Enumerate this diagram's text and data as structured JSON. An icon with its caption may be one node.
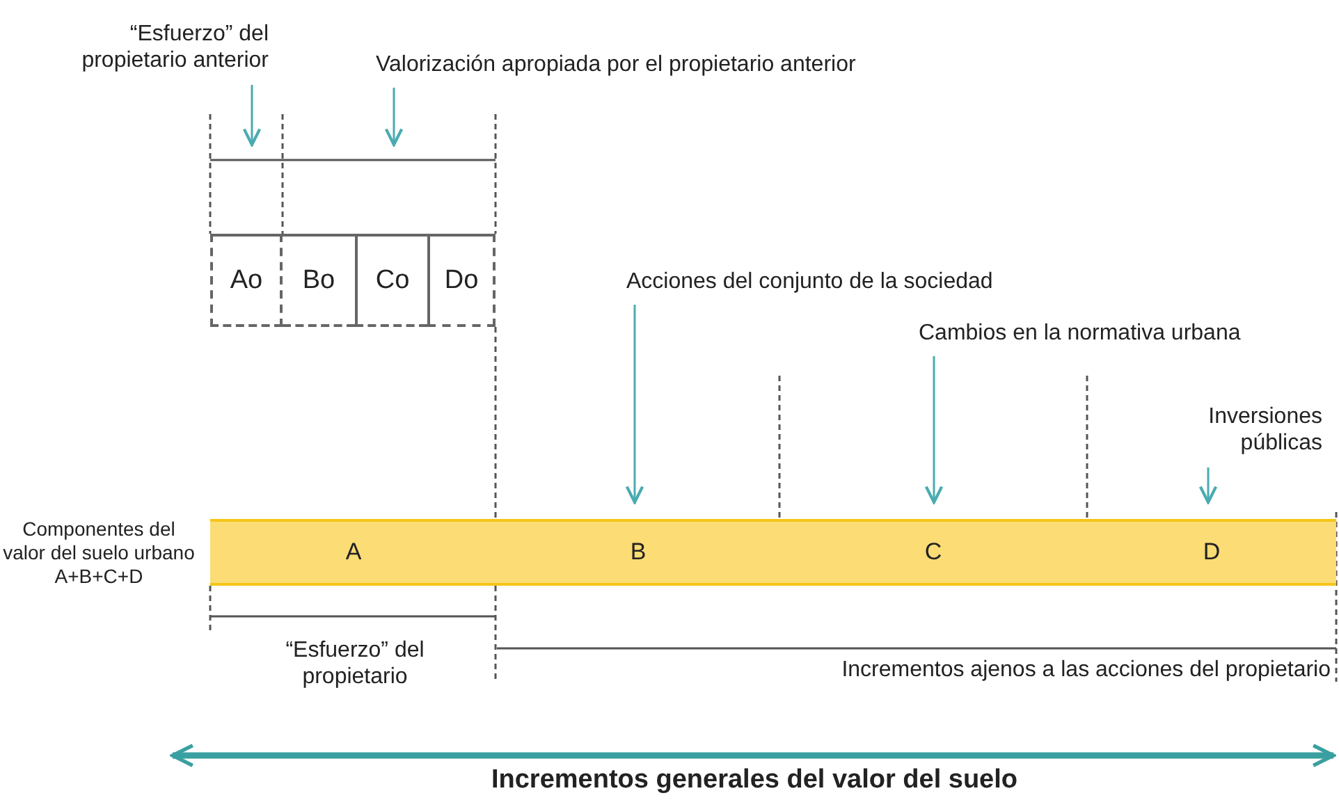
{
  "diagram": {
    "nodes": [
      {
        "text": [
          "“Esfuerzo” del propietario anterior"
        ]
      },
      {
        "text": [
          "Valorización apropiada por el propietario anterior"
        ]
      },
      {
        "text": [
          "Ao"
        ]
      },
      {
        "text": [
          "Bo"
        ]
      },
      {
        "text": [
          "Co"
        ]
      },
      {
        "text": [
          "Do"
        ]
      },
      {
        "text": [
          "Acciones del conjunto de la sociedad"
        ]
      },
      {
        "text": [
          "Cambios en la normativa urbana"
        ]
      },
      {
        "text": [
          "Inversiones públicas"
        ]
      },
      {
        "text": [
          "A"
        ]
      },
      {
        "text": [
          "B"
        ]
      },
      {
        "text": [
          "C"
        ]
      },
      {
        "text": [
          "D"
        ]
      }
    ],
    "edges": [
      {
        "from": 0,
        "to": null,
        "arrow": "to"
      },
      {
        "from": 1,
        "to": null,
        "arrow": "to"
      },
      {
        "from": 6,
        "to": 10,
        "arrow": "to"
      },
      {
        "from": 7,
        "to": 11,
        "arrow": "to"
      },
      {
        "from": 8,
        "to": 12,
        "arrow": "to"
      }
    ],
    "labels": [
      "Componentes del valor del suelo urbano A+B+C+D",
      "“Esfuerzo” del propietario",
      "Incrementos ajenos a las acciones del propietario",
      "Incrementos generales del valor del suelo"
    ]
  }
}
